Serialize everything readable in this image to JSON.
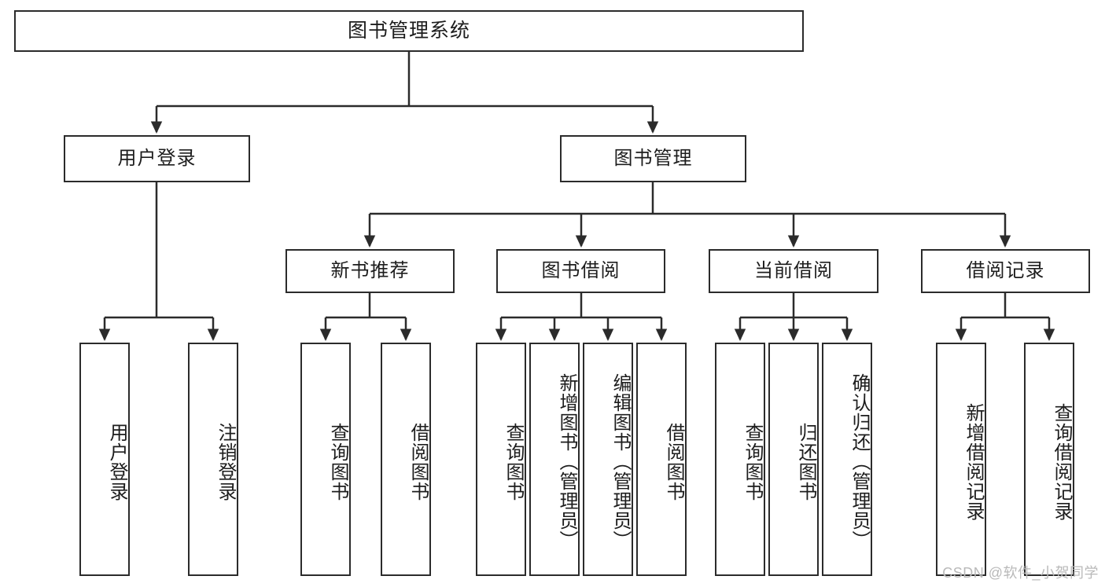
{
  "diagram": {
    "type": "tree",
    "title": "图书管理系统",
    "watermark": "CSDN @软件_小贺同学",
    "colors": {
      "stroke": "#2b2b2b",
      "fill": "#ffffff",
      "text": "#1d1d1d",
      "watermark": "#b9b9b9"
    },
    "nodes": {
      "root": {
        "label": "图书管理系统",
        "level": 1,
        "orientation": "horizontal"
      },
      "l2": [
        {
          "id": "user-login",
          "label": "用户登录",
          "level": 2,
          "orientation": "horizontal"
        },
        {
          "id": "book-manage",
          "label": "图书管理",
          "level": 2,
          "orientation": "horizontal"
        }
      ],
      "l3": [
        {
          "id": "new-book-rec",
          "label": "新书推荐",
          "level": 3,
          "orientation": "horizontal"
        },
        {
          "id": "book-borrow",
          "label": "图书借阅",
          "level": 3,
          "orientation": "horizontal"
        },
        {
          "id": "current-borrow",
          "label": "当前借阅",
          "level": 3,
          "orientation": "horizontal"
        },
        {
          "id": "borrow-record",
          "label": "借阅记录",
          "level": 3,
          "orientation": "horizontal"
        }
      ],
      "leaves": [
        {
          "id": "leaf-user-login",
          "label": "用户登录",
          "parent": "user-login",
          "orientation": "vertical"
        },
        {
          "id": "leaf-user-logout",
          "label": "注销登录",
          "parent": "user-login",
          "orientation": "vertical"
        },
        {
          "id": "leaf-query-book-rec",
          "label": "查询图书",
          "parent": "new-book-rec",
          "orientation": "vertical"
        },
        {
          "id": "leaf-borrow-book-rec",
          "label": "借阅图书",
          "parent": "new-book-rec",
          "orientation": "vertical"
        },
        {
          "id": "leaf-query-book-borrow",
          "label": "查询图书",
          "parent": "book-borrow",
          "orientation": "vertical"
        },
        {
          "id": "leaf-add-book",
          "label": "新增图书（管理员）",
          "parent": "book-borrow",
          "orientation": "vertical"
        },
        {
          "id": "leaf-edit-book",
          "label": "编辑图书（管理员）",
          "parent": "book-borrow",
          "orientation": "vertical"
        },
        {
          "id": "leaf-borrow-book",
          "label": "借阅图书",
          "parent": "book-borrow",
          "orientation": "vertical"
        },
        {
          "id": "leaf-query-book-current",
          "label": "查询图书",
          "parent": "current-borrow",
          "orientation": "vertical"
        },
        {
          "id": "leaf-return-book",
          "label": "归还图书",
          "parent": "current-borrow",
          "orientation": "vertical"
        },
        {
          "id": "leaf-confirm-return",
          "label": "确认归还（管理员）",
          "parent": "current-borrow",
          "orientation": "vertical"
        },
        {
          "id": "leaf-add-record",
          "label": "新增借阅记录",
          "parent": "borrow-record",
          "orientation": "vertical"
        },
        {
          "id": "leaf-query-record",
          "label": "查询借阅记录",
          "parent": "borrow-record",
          "orientation": "vertical"
        }
      ]
    }
  }
}
